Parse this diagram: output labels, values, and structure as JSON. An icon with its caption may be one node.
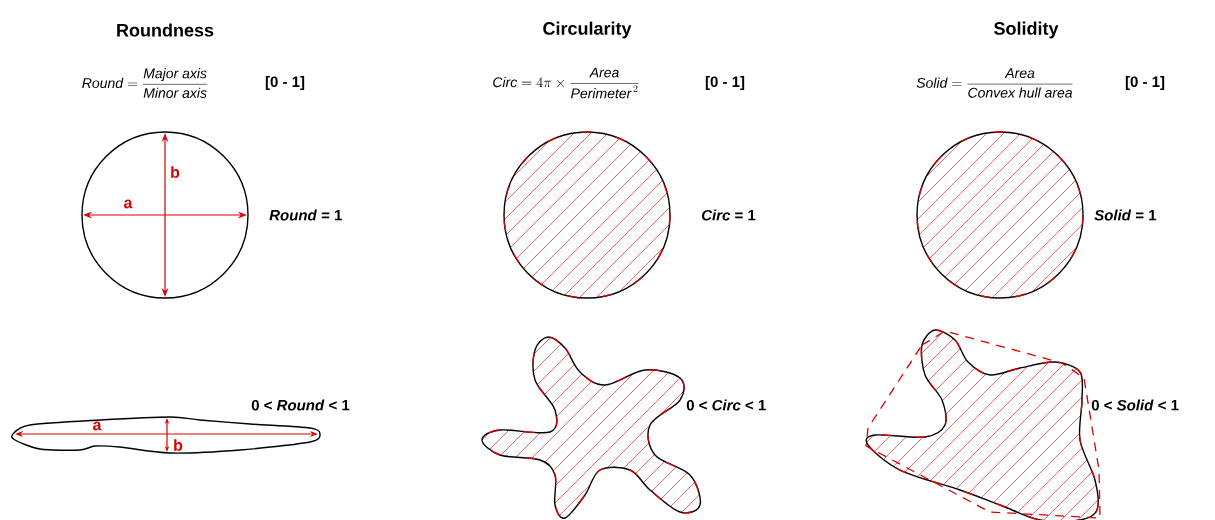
{
  "diagram": {
    "labels": [
      "Roundness",
      "Circularity",
      "Solidity",
      "\\mathit{Round} = \\dfrac{\\mathit{Major\\ axis}}{\\mathit{Minor\\ axis}}",
      "[0 - 1]",
      "\\mathit{Circ} = 4\\pi \\times \\dfrac{\\mathit{Area}}{\\mathit{Perimeter}^{\\,2}}",
      "[0 - 1]",
      "\\mathit{Solid} = \\dfrac{\\mathit{Area}}{\\mathit{Convex\\ hull\\ area}}",
      "[0 - 1]",
      "b",
      "a",
      "*Round* = 1",
      "*Circ* = 1",
      "*Solid* = 1",
      "0 < *Round* < 1",
      "0 < *Circ* < 1",
      "0 < *Solid* < 1",
      "a",
      "b"
    ]
  }
}
